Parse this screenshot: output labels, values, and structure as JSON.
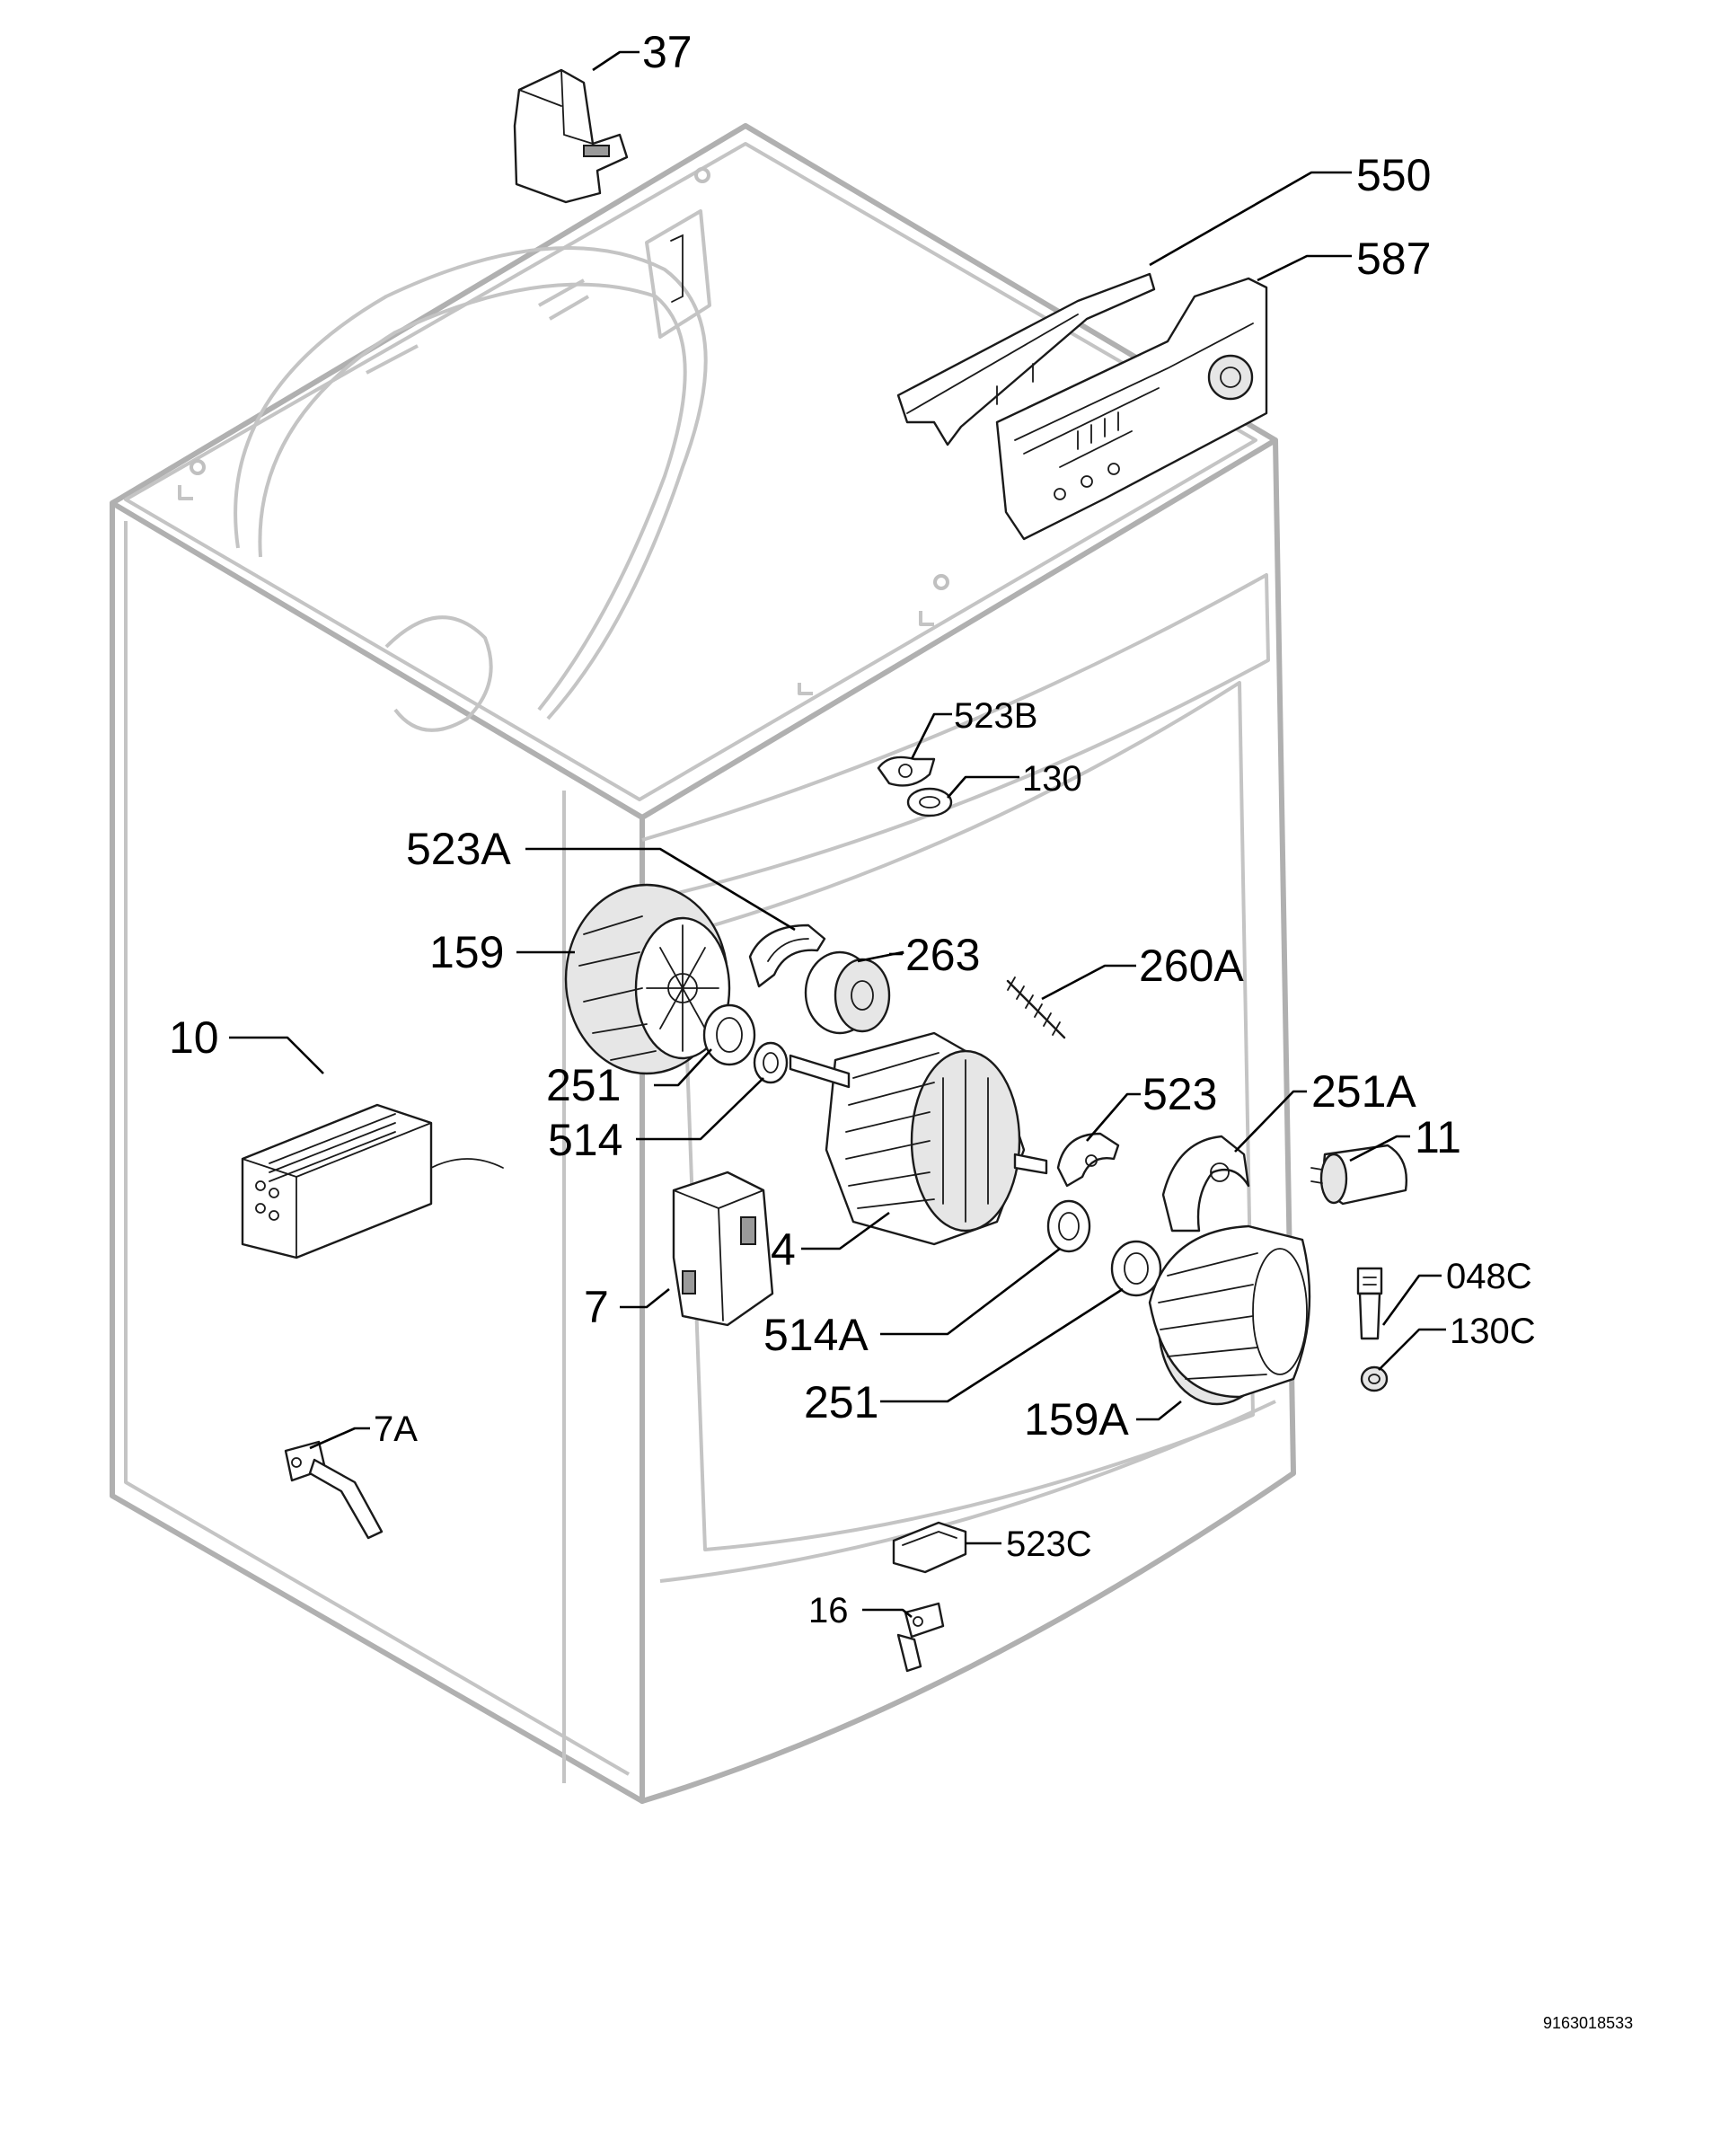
{
  "labels": {
    "p37": "37",
    "p550": "550",
    "p587": "587",
    "p523B": "523B",
    "p130": "130",
    "p523A": "523A",
    "p159": "159",
    "p263": "263",
    "p260A": "260A",
    "p10": "10",
    "p251_top": "251",
    "p514": "514",
    "p523": "523",
    "p251A": "251A",
    "p11": "11",
    "p4": "4",
    "p7": "7",
    "p514A": "514A",
    "p251_bottom": "251",
    "p159A": "159A",
    "p048C": "048C",
    "p130C": "130C",
    "p7A": "7A",
    "p523C": "523C",
    "p16": "16"
  },
  "drawing_number": "9163018533"
}
